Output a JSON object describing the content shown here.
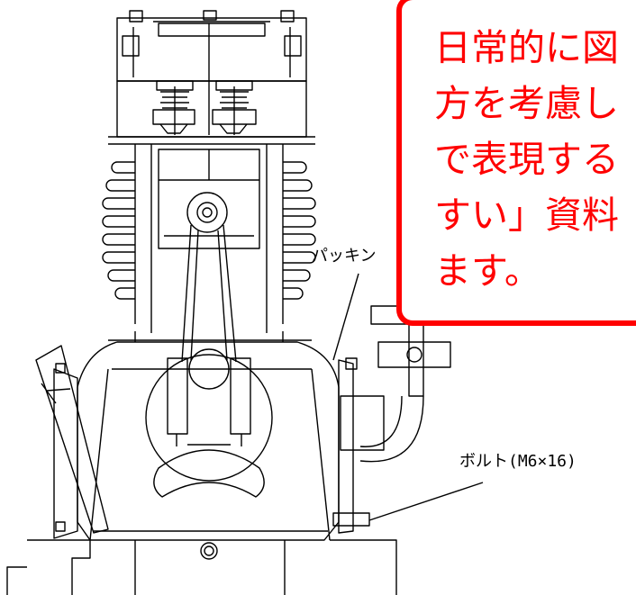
{
  "labels": {
    "gasket": "パッキン",
    "bolt": "ボルト(M6×16)"
  },
  "callout": {
    "text": "日常的に図\n方を考慮し\nで表現する\nすい」資料\nます。"
  },
  "colors": {
    "drawing_line": "#000000",
    "callout_accent": "#ff0000",
    "background": "#ffffff"
  }
}
